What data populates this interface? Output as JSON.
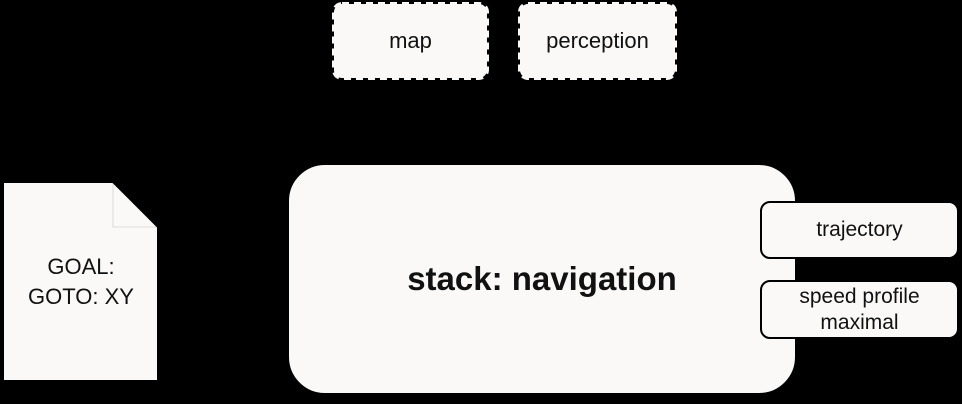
{
  "canvas": {
    "background_color": "#000000",
    "node_fill_color": "#faf9f7",
    "stroke_color": "#000000",
    "text_color": "#111111"
  },
  "inputs": {
    "map": {
      "label": "map"
    },
    "perception": {
      "label": "perception"
    }
  },
  "goal_document": {
    "line1": "GOAL:",
    "line2": "GOTO: XY"
  },
  "stack": {
    "label": "stack: navigation"
  },
  "outputs": {
    "trajectory": {
      "label": "trajectory"
    },
    "speed_profile": {
      "line1": "speed profile",
      "line2": "maximal"
    }
  }
}
